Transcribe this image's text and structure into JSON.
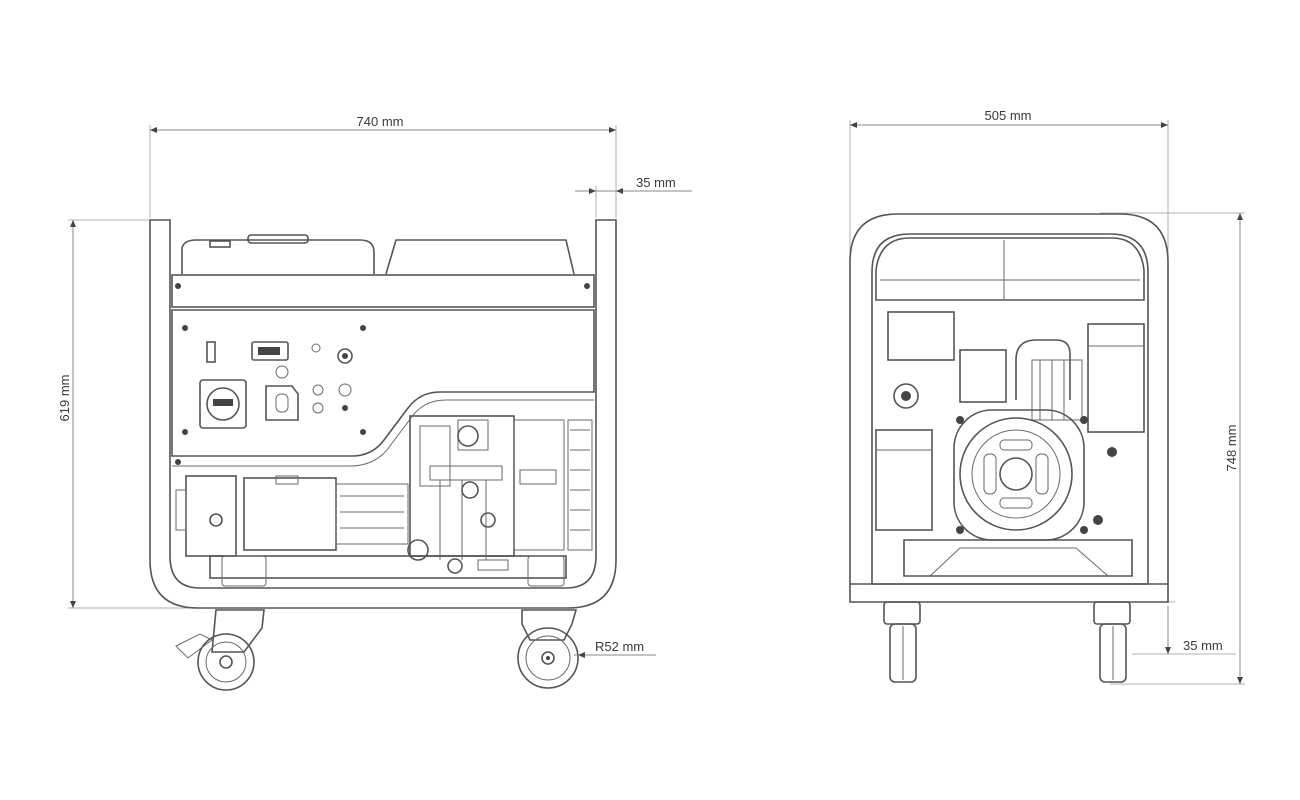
{
  "side_view": {
    "width_label": "740 mm",
    "height_label": "619 mm",
    "frame_offset_label": "35 mm",
    "wheel_radius_label": "R52 mm"
  },
  "front_view": {
    "width_label": "505 mm",
    "height_label": "748 mm",
    "wheel_offset_label": "35 mm"
  },
  "colors": {
    "line": "#555555",
    "dimension": "#8a8a8a",
    "text": "#3a3a3a",
    "background": "#ffffff"
  }
}
